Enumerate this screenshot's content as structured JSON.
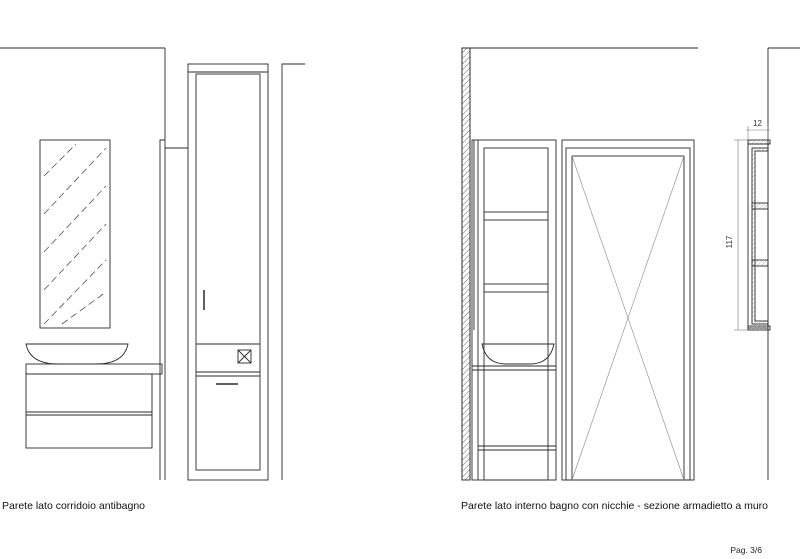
{
  "captions": {
    "left": "Parete lato corridoio antibagno",
    "right": "Parete lato interno bagno con nicchie - sezione armadietto a muro"
  },
  "page_number": "Pag. 3/6",
  "dimensions": {
    "cabinet_depth": "12",
    "cabinet_height": "117"
  },
  "colors": {
    "line": "#2a2a2a",
    "hatch": "#444444",
    "light_line": "#888888"
  }
}
